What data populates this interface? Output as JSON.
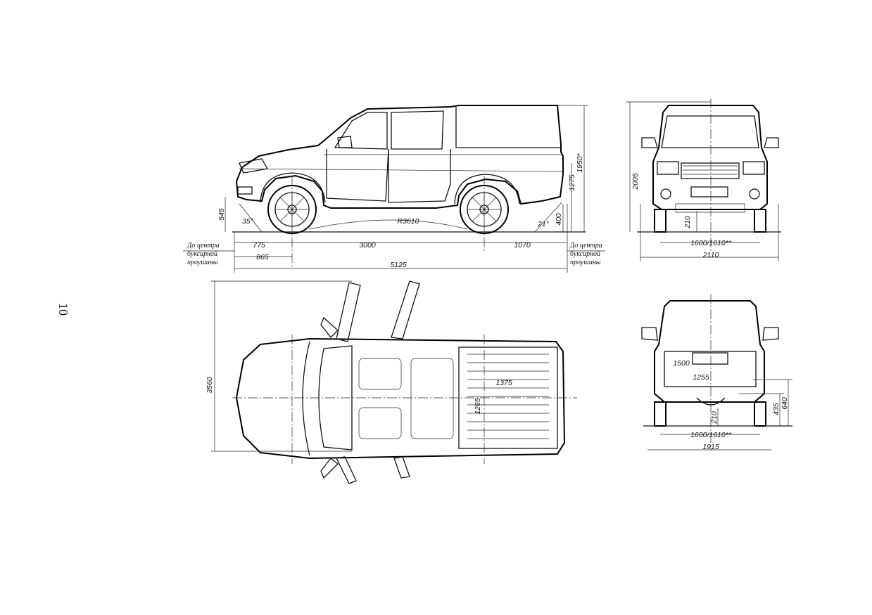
{
  "page_number": "10",
  "notes": {
    "tow_center_line1": "До центра",
    "tow_center_line2": "буксирной",
    "tow_center_line3": "проушины"
  },
  "side_view": {
    "dim_length_front_wheel": "775",
    "dim_wheelbase": "3000",
    "dim_rear_overhang": "1070",
    "dim_front_tow": "865",
    "dim_overall_length": "5125",
    "dim_front_height": "545",
    "dim_approach_angle": "35°",
    "dim_turn_radius": "R3610",
    "dim_departure_angle": "21°",
    "dim_rear_height": "400",
    "dim_bed_height": "1275",
    "dim_overall_height": "1950*"
  },
  "front_view": {
    "dim_height": "2005",
    "dim_clearance": "210",
    "dim_track": "1600/1610**",
    "dim_width": "2110"
  },
  "top_view": {
    "dim_width_mirrors": "3560",
    "dim_bed_length": "1375",
    "dim_bed_width": "1265"
  },
  "rear_view": {
    "dim_bed_inner": "1500",
    "dim_bed_floor": "1255",
    "dim_clearance": "210",
    "dim_hitch_height": "435",
    "dim_tailgate_height": "640",
    "dim_track": "1600/1610**",
    "dim_width": "1915"
  }
}
